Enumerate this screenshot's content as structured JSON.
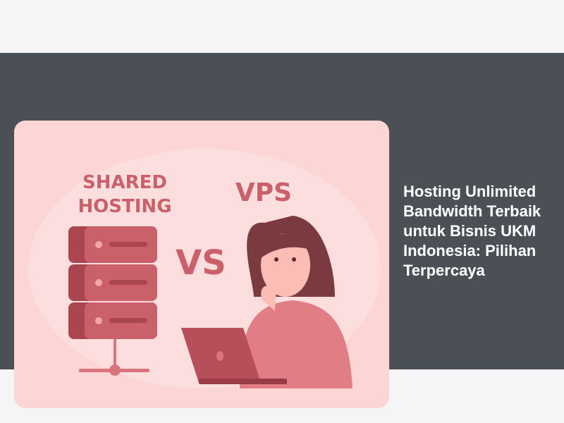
{
  "hero": {
    "title": "Hosting Unlimited Bandwidth Terbaik untuk Bisnis UKM Indonesia: Pilihan Terpercaya",
    "image": {
      "label_shared_line1": "SHARED",
      "label_shared_line2": "HOSTING",
      "label_vps": "VPS",
      "label_vs": "VS"
    }
  },
  "colors": {
    "band": "#4b5057",
    "card": "#fcd5d5",
    "accent": "#c9606a"
  }
}
